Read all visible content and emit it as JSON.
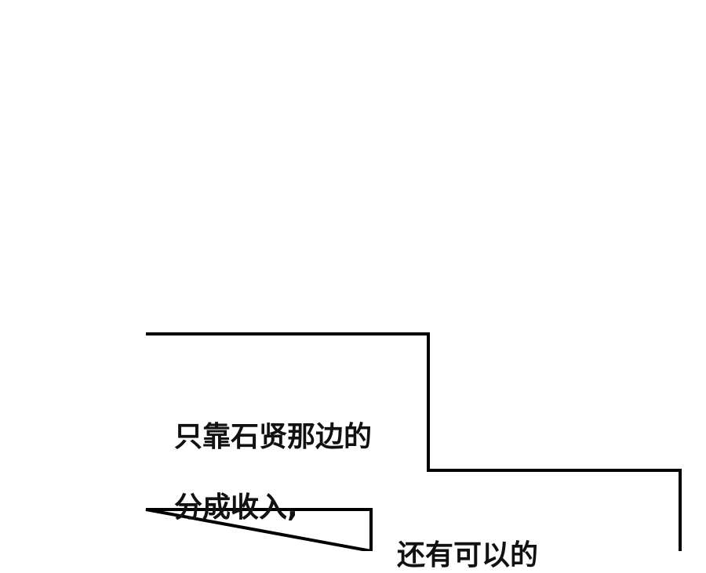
{
  "panel": {
    "caption_line_1": "只靠石贤那边的",
    "caption_line_2": "分成收入,",
    "caption_next_partial": "还有可以的"
  },
  "colors": {
    "background": "#ffffff",
    "border": "#000000",
    "text": "#111111"
  }
}
